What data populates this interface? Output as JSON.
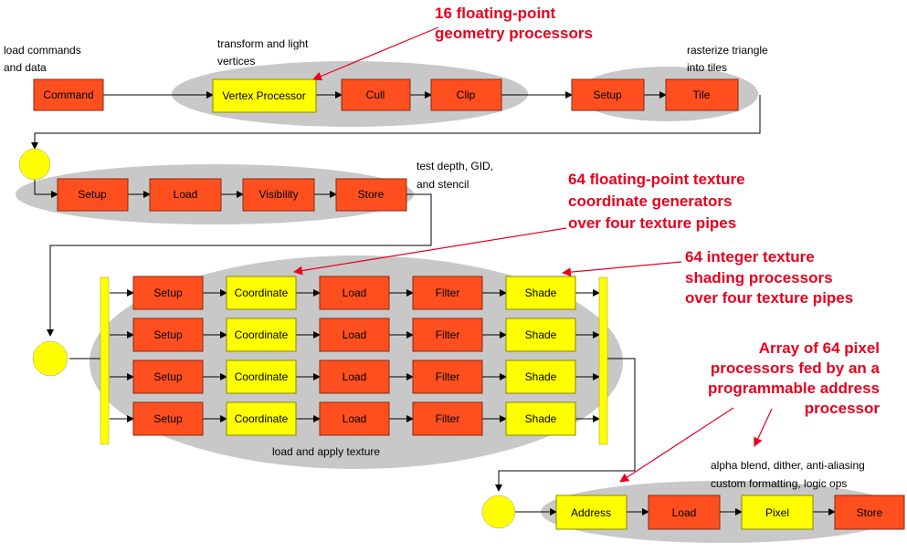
{
  "colors": {
    "red_box": "#ff4f1f",
    "yellow_box": "#ffff00",
    "ellipse": "#c8c8c8",
    "callout": "#e8001e",
    "line": "#000000"
  },
  "row1": {
    "command": "Command",
    "vertex": "Vertex Processor",
    "cull": "Cull",
    "clip": "Clip",
    "setup": "Setup",
    "tile": "Tile"
  },
  "row2": {
    "setup": "Setup",
    "load": "Load",
    "visibility": "Visibility",
    "store": "Store"
  },
  "texture_rows": [
    {
      "setup": "Setup",
      "coordinate": "Coordinate",
      "load": "Load",
      "filter": "Filter",
      "shade": "Shade"
    },
    {
      "setup": "Setup",
      "coordinate": "Coordinate",
      "load": "Load",
      "filter": "Filter",
      "shade": "Shade"
    },
    {
      "setup": "Setup",
      "coordinate": "Coordinate",
      "load": "Load",
      "filter": "Filter",
      "shade": "Shade"
    },
    {
      "setup": "Setup",
      "coordinate": "Coordinate",
      "load": "Load",
      "filter": "Filter",
      "shade": "Shade"
    }
  ],
  "row4": {
    "address": "Address",
    "load": "Load",
    "pixel": "Pixel",
    "store": "Store"
  },
  "notes": {
    "load_commands": [
      "load commands",
      "and data"
    ],
    "transform": [
      "transform and light",
      "vertices"
    ],
    "rasterize": [
      "rasterize triangle",
      "into tiles"
    ],
    "test_depth": [
      "test depth, GID,",
      "and stencil"
    ],
    "load_apply": "load and apply texture",
    "alpha_blend": [
      "alpha blend, dither, anti-aliasing",
      "custom formatting, logic ops"
    ]
  },
  "callouts": {
    "geometry": [
      "16 floating-point",
      "geometry processors"
    ],
    "coord_gen": [
      "64 floating-point texture",
      "coordinate generators",
      "over four texture pipes"
    ],
    "shading": [
      "64 integer texture",
      "shading processors",
      "over four texture pipes"
    ],
    "pixel_array": [
      "Array of 64 pixel",
      "processors fed by an a",
      "programmable address",
      "processor"
    ]
  }
}
